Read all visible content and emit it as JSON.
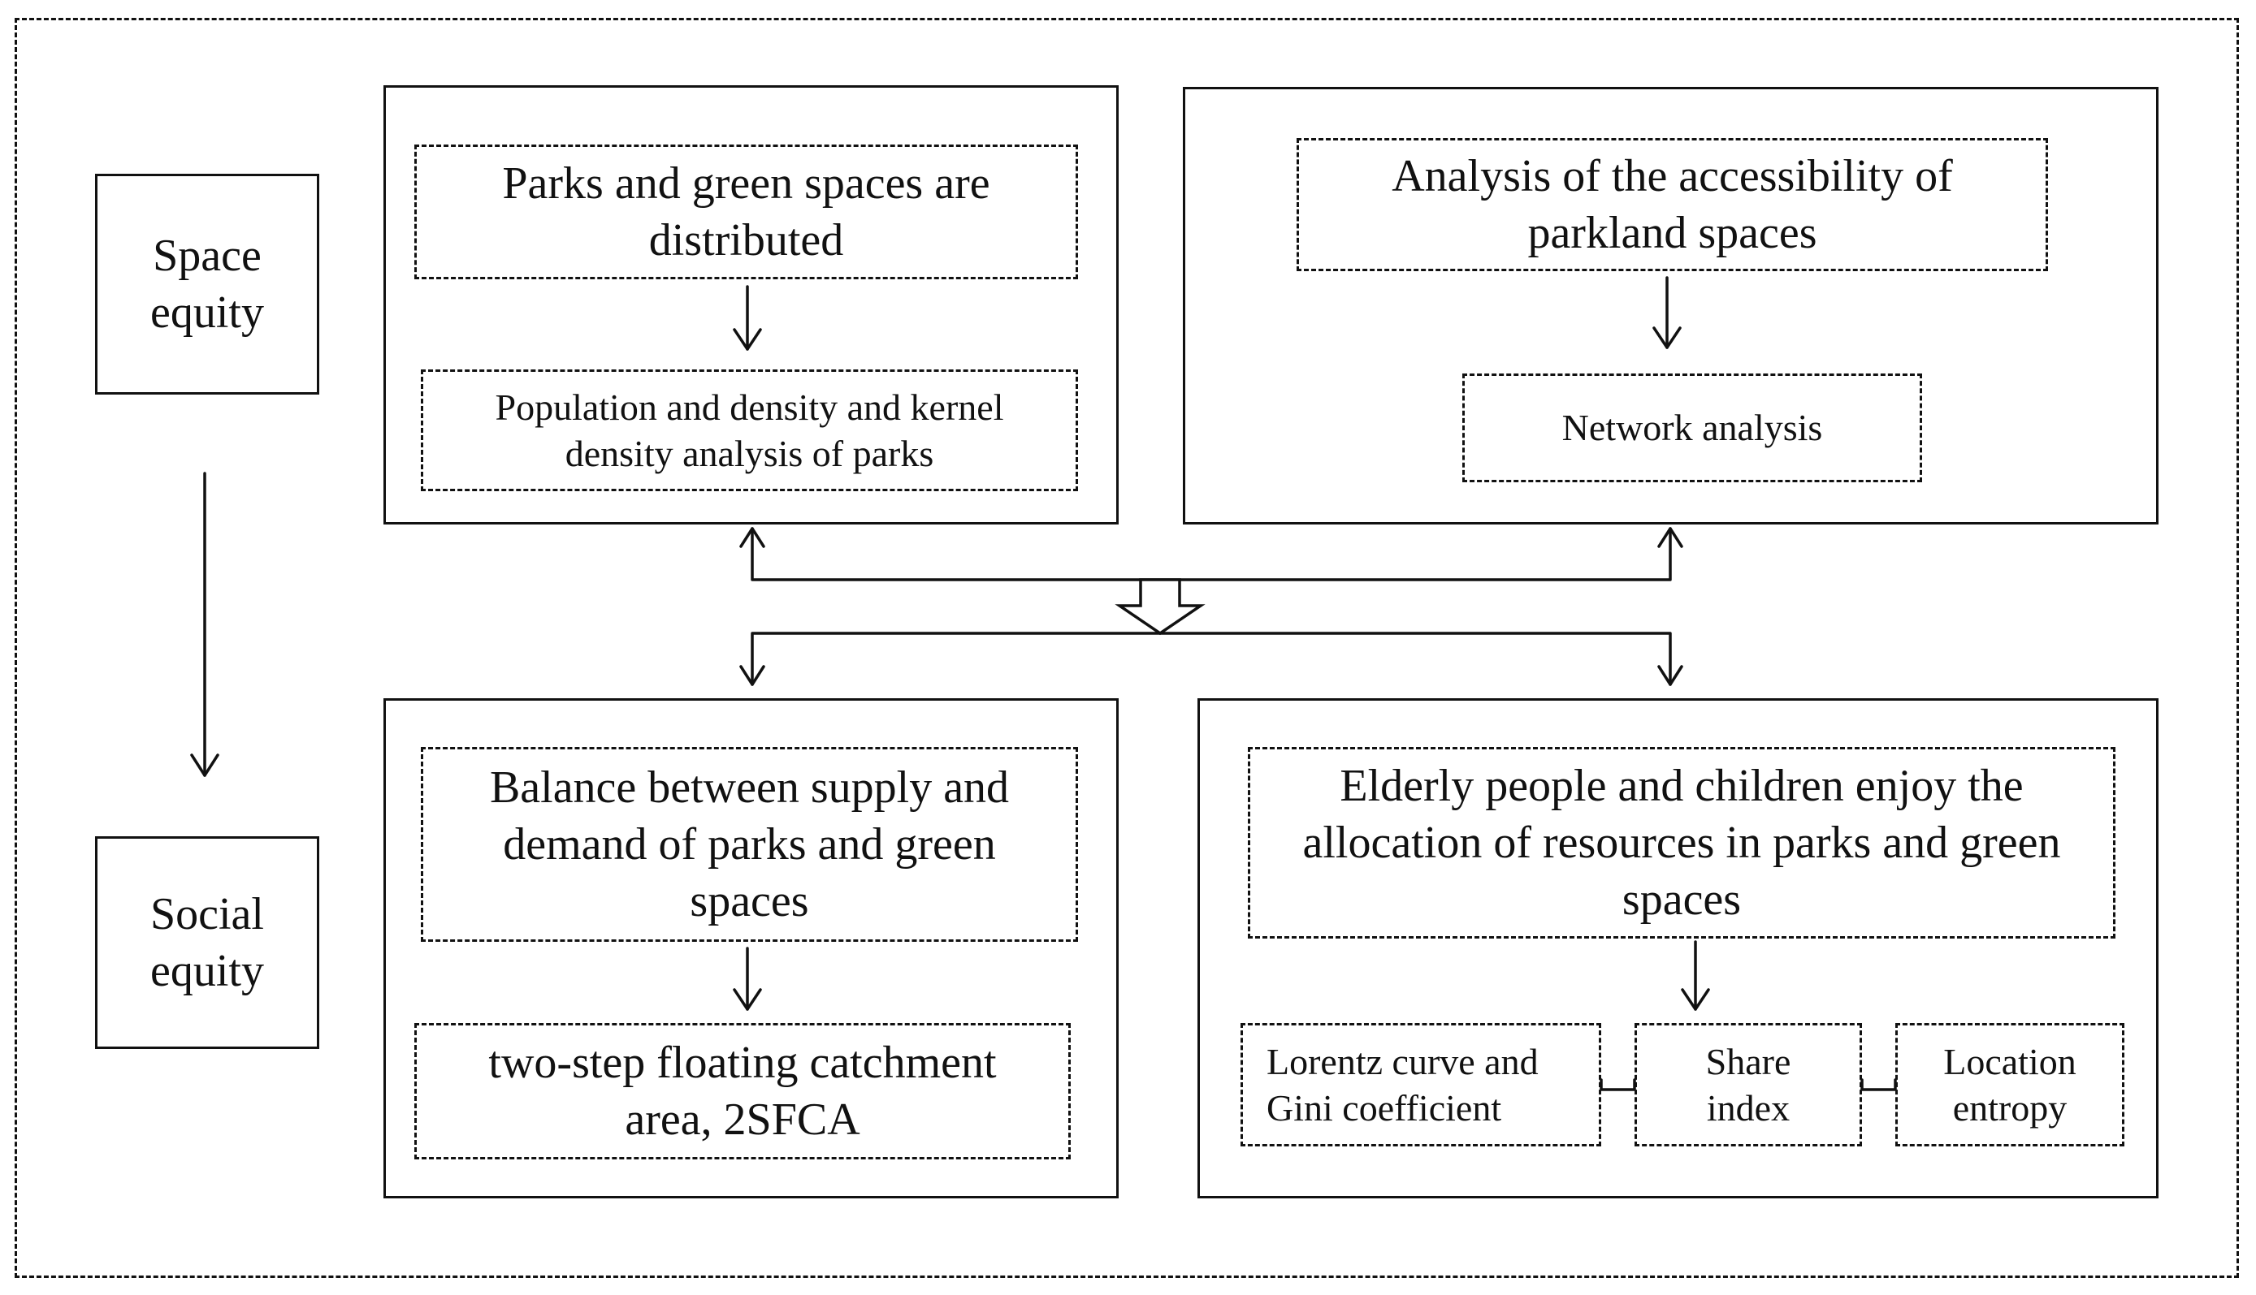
{
  "diagram": {
    "left_labels": {
      "space_equity": "Space\nequity",
      "social_equity": "Social\nequity"
    },
    "top_left": {
      "header": "Parks and green spaces are\ndistributed",
      "method": "Population and density and kernel\ndensity analysis of parks"
    },
    "top_right": {
      "header": "Analysis of the accessibility of\nparkland spaces",
      "method": "Network analysis"
    },
    "bottom_left": {
      "header": "Balance between supply and\ndemand of parks and green\nspaces",
      "method": "two-step floating catchment\narea, 2SFCA"
    },
    "bottom_right": {
      "header": "Elderly people and children enjoy the\nallocation of resources in parks and green\nspaces",
      "methods": [
        "Lorentz curve and\nGini coefficient",
        "Share\nindex",
        "Location\nentropy"
      ]
    }
  }
}
